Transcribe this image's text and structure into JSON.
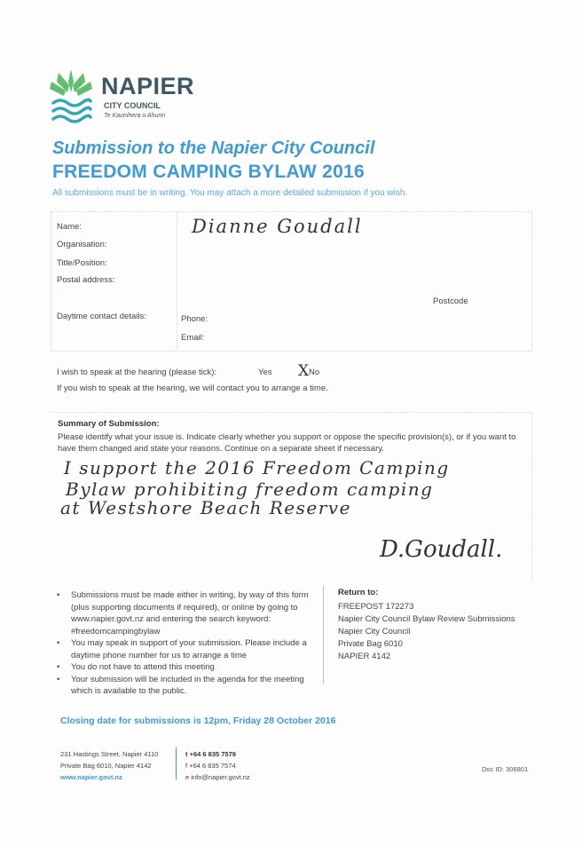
{
  "logo": {
    "name": "NAPIER",
    "subtitle": "CITY COUNCIL",
    "tagline": "Te Kaunihera o Ahuriri"
  },
  "title_line1": "Submission to the Napier City Council",
  "title_line2": "FREEDOM CAMPING BYLAW 2016",
  "intro": "All submissions must be in writing. You may attach a more detailed submission if you wish.",
  "form": {
    "name_label": "Name:",
    "name_value": "Dianne Goudall",
    "organisation_label": "Organisation:",
    "title_label": "Title/Position:",
    "postal_label": "Postal address:",
    "postcode_label": "Postcode",
    "daytime_label": "Daytime contact details:",
    "phone_label": "Phone:",
    "email_label": "Email:"
  },
  "speak": {
    "question": "I wish to speak at the hearing (please tick):",
    "yes": "Yes",
    "no": "No",
    "tick": "X",
    "note": "If you wish to speak at the hearing, we will contact you to arrange a time."
  },
  "summary": {
    "title": "Summary of Submission:",
    "instructions": "Please identify what your issue is. Indicate clearly whether you support or oppose the specific provision(s), or if you want to have them changed and state your reasons. Continue on a separate sheet if necessary.",
    "handwritten": [
      "I support the 2016 Freedom Camping",
      "Bylaw prohibiting freedom camping",
      "at Westshore Beach Reserve"
    ],
    "signature": "D.Goudall."
  },
  "info_bullets": [
    "Submissions must be made either in writing, by way of this form (plus supporting documents if required), or online by going to www.napier.govt.nz and entering the search keyword: #freedomcampingbylaw",
    "You may speak in support of your submission. Please include a daytime phone number for us to arrange a time",
    "You do not have to attend this meeting",
    "Your submission will be included in the agenda for the meeting which is available to the public."
  ],
  "return_to": {
    "title": "Return to:",
    "lines": [
      "FREEPOST 172273",
      "Napier City Council Bylaw Review Submissions",
      "Napier City Council",
      "Private Bag 6010",
      "NAPIER 4142"
    ]
  },
  "closing": "Closing date for submissions is 12pm, Friday 28 October 2016",
  "footer": {
    "address1": "231 Hastings Street, Napier 4110",
    "address2": "Private Bag 6010, Napier 4142",
    "website": "www.napier.govt.nz",
    "t_label": "t",
    "t_value": "+64 6 835 7579",
    "f_label": "f",
    "f_value": "+64 6 835 7574",
    "e_label": "e",
    "e_value": "info@napier.govt.nz",
    "doc_id": "Doc ID: 306801"
  },
  "colors": {
    "brand_blue": "#3e9bd6",
    "logo_green": "#5fbf6e",
    "logo_teal": "#2fa9b8",
    "logo_text": "#3f5866"
  }
}
